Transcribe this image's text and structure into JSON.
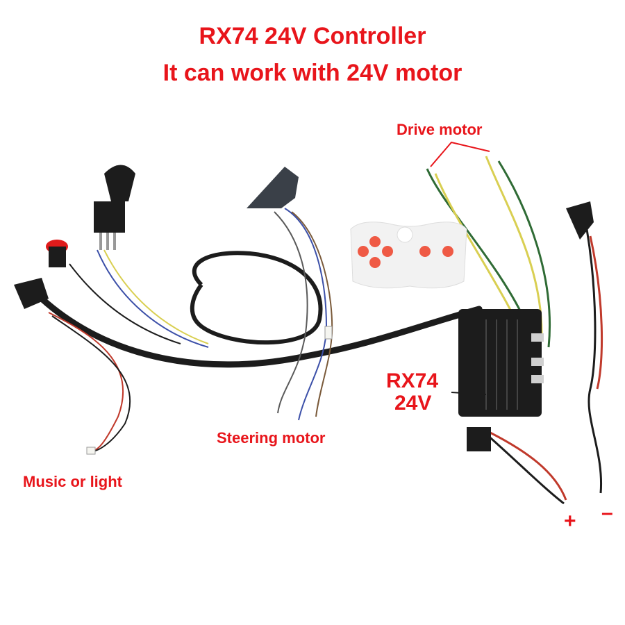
{
  "title": {
    "line1": "RX74  24V Controller",
    "line2": "It can work with 24V motor"
  },
  "labels": {
    "drive_motor": "Drive motor",
    "steering_motor": "Steering motor",
    "music_or_light": "Music or light",
    "controller_model": "RX74",
    "controller_voltage": "24V",
    "plus": "+",
    "minus": "–"
  },
  "colors": {
    "label_red": "#e8151b",
    "wire_yellow": "#d9cf52",
    "wire_green": "#2f6b35",
    "wire_red": "#c0392b",
    "wire_blue": "#3b4fa8",
    "harness_black": "#1c1c1c",
    "remote_body": "#f2f2f2",
    "remote_button": "#ef5a45"
  }
}
